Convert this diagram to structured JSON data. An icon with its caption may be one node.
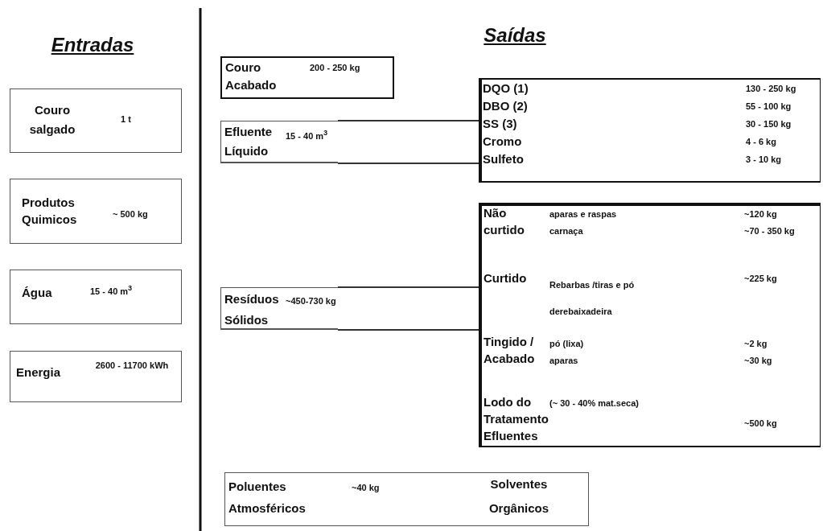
{
  "diagram": {
    "nodes": [
      {
        "text": [
          "Couro salgado",
          "1 t"
        ]
      },
      {
        "text": [
          "Produtos Quimicos",
          "~ 500 kg"
        ]
      },
      {
        "text": [
          "Água",
          "15 - 40 m$^{3}$"
        ]
      },
      {
        "text": [
          "Energia",
          "2600 - 11700 kWh"
        ]
      },
      {
        "text": [
          "Couro Acabado",
          "200 - 250 kg"
        ]
      },
      {
        "text": [
          "Efluente Líquido",
          "15 - 40 m$^{3}$"
        ]
      },
      {
        "text": [
          "DQO (1)",
          "130 - 250 kg",
          "DBO (2)",
          "55 - 100 kg",
          "SS (3)",
          "30 - 150 kg",
          "Cromo",
          "4 - 6 kg",
          "Sulfeto",
          "3 - 10 kg"
        ]
      },
      {
        "text": [
          "Resíduos Sólidos",
          "~450-730 kg"
        ]
      },
      {
        "text": [
          "Não curtido",
          "aparas e raspas",
          "~120 kg",
          "carnaça",
          "~70 - 350 kg",
          "Curtido",
          "Rebarbas /tiras e pó derebaixadeira",
          "~225 kg",
          "Tingido / Acabado",
          "pó (lixa)",
          "~2 kg",
          "aparas",
          "~30 kg",
          "Lodo do Tratamento Efluentes",
          "(~ 30 - 40% mat.seca)",
          "~500 kg"
        ]
      },
      {
        "text": [
          "Poluentes Atmosféricos",
          "~40 kg",
          "Solventes Orgânicos"
        ]
      }
    ],
    "edges": [
      {
        "from": 5,
        "to": 6,
        "arrow": "none"
      },
      {
        "from": 7,
        "to": 8,
        "arrow": "none"
      }
    ],
    "labels": [
      "Entradas",
      "Saídas"
    ]
  }
}
